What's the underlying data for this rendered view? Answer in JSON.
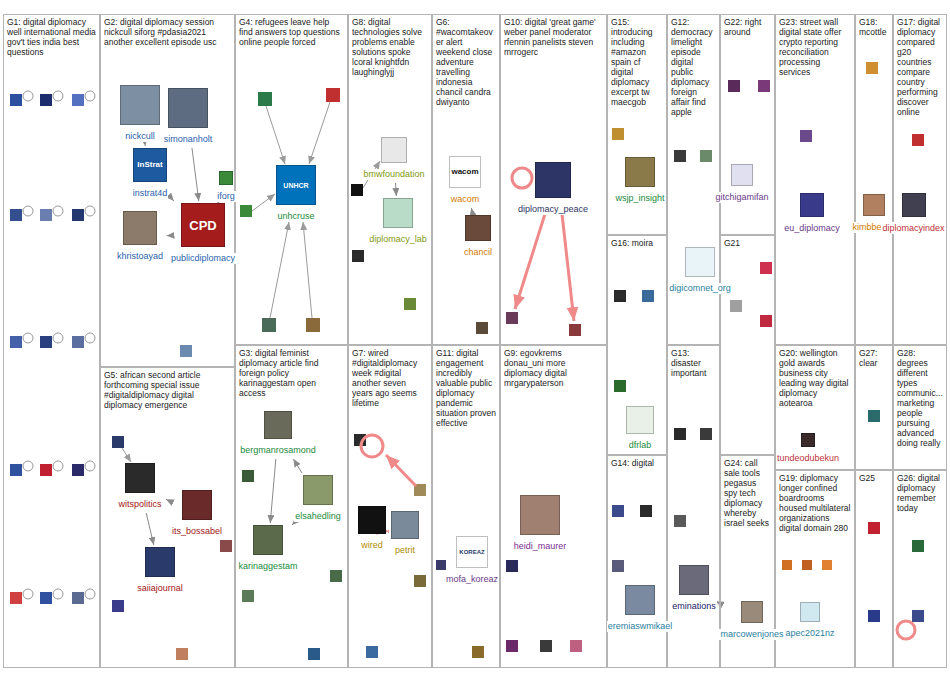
{
  "diagram": {
    "nodes": [
      {
        "text": [
          "G1: digital diplomacy well international media gov't ties india best questions"
        ]
      },
      {
        "text": [
          "G2: digital diplomacy session nickcull siforg #pdasia2021 another excellent episode usc"
        ]
      },
      {
        "text": [
          "G4: refugees leave help find answers top questions online people forced"
        ]
      },
      {
        "text": [
          "G8: digital technologies solve problems enable solutions spoke lcoral knightfdn laughinglyjj"
        ]
      },
      {
        "text": [
          "G6: #wacomtakeover alert weekend close adventure travelling indonesia chancil candra dwiyanto"
        ]
      },
      {
        "text": [
          "G10: digital 'great game' weber panel moderator rfennin panelists steven mrrogerc"
        ]
      },
      {
        "text": [
          "G15: introducing including #amazon spain cf digital diplomacy excerpt tw maecgob"
        ]
      },
      {
        "text": [
          "G12: democracy limelight episode digital public diplomacy foreign affair find apple"
        ]
      },
      {
        "text": [
          "G22: right around"
        ]
      },
      {
        "text": [
          "G23: street wall digital state offer crypto reporting reconciliation processing services"
        ]
      },
      {
        "text": [
          "G18: mcottle"
        ]
      },
      {
        "text": [
          "G17: digital diplomacy compared g20 countries compare country performing discover online"
        ]
      },
      {
        "text": [
          "G16: moira"
        ]
      },
      {
        "text": [
          "G21"
        ]
      },
      {
        "text": [
          "G3: digital feminist diplomacy article find foreign policy karinaggestam open access"
        ]
      },
      {
        "text": [
          "G7: wired #digitaldiplomacy week #digital another seven years ago seems lifetime"
        ]
      },
      {
        "text": [
          "G11: digital engagement incredibly valuable public diplomacy pandemic situation proven effective"
        ]
      },
      {
        "text": [
          "G9: egovkrems donau_uni more diplomacy digital mrgarypaterson"
        ]
      },
      {
        "text": [
          "G20: wellington gold awards business city leading way digital diplomacy aotearoa"
        ]
      },
      {
        "text": [
          "G27: clear"
        ]
      },
      {
        "text": [
          "G28: degrees different types communic... marketing people pursuing advanced doing really"
        ]
      },
      {
        "text": [
          "G5: african second article forthcoming special issue #digitaldiplomacy digital diplomacy emergence"
        ]
      },
      {
        "text": [
          "G14: digital"
        ]
      },
      {
        "text": [
          "G13: disaster important"
        ]
      },
      {
        "text": [
          "G24: call sale tools pegasus spy tech diplomacy whereby israel seeks"
        ]
      },
      {
        "text": [
          "G19: diplomacy longer confined boardrooms housed multilateral organizations digital domain 280"
        ]
      },
      {
        "text": [
          "G25"
        ]
      },
      {
        "text": [
          "G26: digital diplomacy remember today"
        ]
      },
      {
        "text": [
          "nickcull"
        ],
        "in": 1
      },
      {
        "text": [
          "simonanholt"
        ],
        "in": 1
      },
      {
        "text": [
          "instrat4d"
        ],
        "in": 1
      },
      {
        "text": [
          "khristoayad"
        ],
        "in": 1
      },
      {
        "text": [
          "publicdiplomacy"
        ],
        "in": 1
      },
      {
        "text": [
          "iforg"
        ],
        "in": 1
      },
      {
        "text": [
          "unhcruse"
        ],
        "in": 2
      },
      {
        "text": [
          "bmwfoundation"
        ],
        "in": 3
      },
      {
        "text": [
          "diplomacy_lab"
        ],
        "in": 3
      },
      {
        "text": [
          "wacom"
        ],
        "in": 4
      },
      {
        "text": [
          "chancil"
        ],
        "in": 4
      },
      {
        "text": [
          "diplomacy_peace"
        ],
        "in": 5
      },
      {
        "text": [
          "wsjp_insight"
        ],
        "in": 6
      },
      {
        "text": [
          "digicomnet_org"
        ],
        "in": 7
      },
      {
        "text": [
          "gitchigamifan"
        ],
        "in": 8
      },
      {
        "text": [
          "eu_diplomacy"
        ],
        "in": 9
      },
      {
        "text": [
          "kimbbellan"
        ],
        "in": 10
      },
      {
        "text": [
          "diplomacyindex"
        ],
        "in": 11
      },
      {
        "text": [
          "dfrlab"
        ],
        "in": 12
      },
      {
        "text": [
          "bergmanrosamond"
        ],
        "in": 14
      },
      {
        "text": [
          "elsahedling"
        ],
        "in": 14
      },
      {
        "text": [
          "karinaggestam"
        ],
        "in": 14
      },
      {
        "text": [
          "wired"
        ],
        "in": 15
      },
      {
        "text": [
          "petrit"
        ],
        "in": 15
      },
      {
        "text": [
          "mofa_koreaz"
        ],
        "in": 16
      },
      {
        "text": [
          "heidi_maurer"
        ],
        "in": 17
      },
      {
        "text": [
          "tundeodubekun"
        ],
        "in": 18
      },
      {
        "text": [
          "apec2021nz"
        ],
        "in": 25
      },
      {
        "text": [
          "witspolitics"
        ],
        "in": 21
      },
      {
        "text": [
          "its_bossabel"
        ],
        "in": 21
      },
      {
        "text": [
          "saiiajournal"
        ],
        "in": 21
      },
      {
        "text": [
          "eremiaswmikael"
        ],
        "in": 22
      },
      {
        "text": [
          "eminations"
        ],
        "in": 23
      },
      {
        "text": [
          "marcowenjones"
        ],
        "in": 24
      }
    ],
    "edges": [
      {
        "from": 28,
        "to": 30,
        "arrow": "to"
      },
      {
        "from": 29,
        "to": 32,
        "arrow": "to"
      },
      {
        "from": 30,
        "to": 32,
        "arrow": "to"
      },
      {
        "from": 31,
        "to": 32,
        "arrow": "to"
      },
      {
        "from": 33,
        "to": 32,
        "arrow": "to"
      },
      {
        "from": 47,
        "to": 49,
        "arrow": "to"
      },
      {
        "from": 48,
        "to": 47,
        "arrow": "to"
      },
      {
        "from": 49,
        "to": 48,
        "arrow": "to"
      },
      {
        "from": 57,
        "to": 56,
        "arrow": "to"
      },
      {
        "from": 56,
        "to": 58,
        "arrow": "to"
      },
      {
        "from": 51,
        "to": 50,
        "arrow": "to"
      },
      {
        "from": 38,
        "to": 37,
        "arrow": "to"
      },
      {
        "from": 35,
        "to": 36,
        "arrow": "to"
      },
      {
        "from": 60,
        "to": 61,
        "arrow": "to"
      }
    ],
    "labels": [
      "InStrat",
      "CPD",
      "UNHCR",
      "wacom",
      "KOREAZ"
    ]
  }
}
